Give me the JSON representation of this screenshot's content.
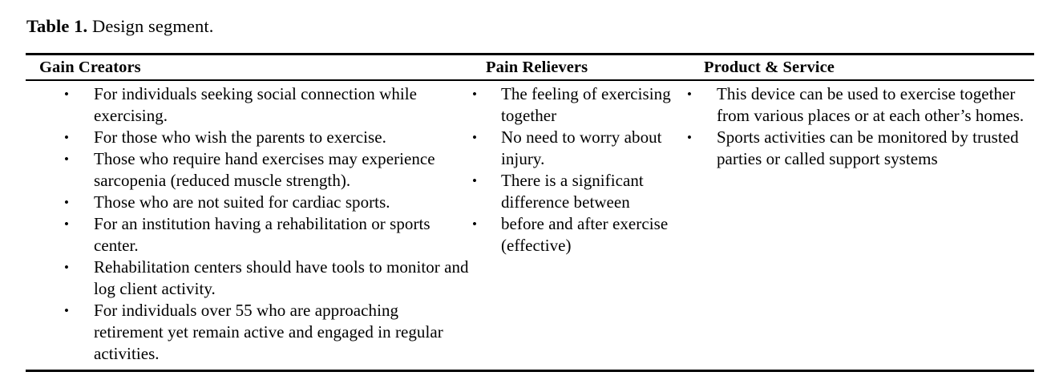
{
  "caption": {
    "label": "Table 1.",
    "text": " Design segment."
  },
  "table": {
    "bullet_glyph": "•",
    "border_color": "#000000",
    "columns": [
      {
        "header": "Gain Creators",
        "items": [
          "For individuals seeking social connection while exercising.",
          "For those who wish the parents to exercise.",
          "Those who require hand exercises may experience sarcopenia (reduced muscle strength).",
          "Those who are not suited for cardiac sports.",
          "For an institution having a rehabilitation or sports center.",
          "Rehabilitation centers should have tools to monitor and log client activity.",
          "For individuals over 55 who are approaching retirement yet remain active and engaged in regular activities."
        ]
      },
      {
        "header": "Pain Relievers",
        "items": [
          "The feeling of exercising together",
          "No need to worry about injury.",
          "There is a significant difference between",
          "before and after exercise (effective)"
        ]
      },
      {
        "header": "Product & Service",
        "items": [
          "This device can be used to exercise together from various places or at each other’s homes.",
          "Sports activities can be monitored by trusted parties or called support systems"
        ]
      }
    ]
  }
}
